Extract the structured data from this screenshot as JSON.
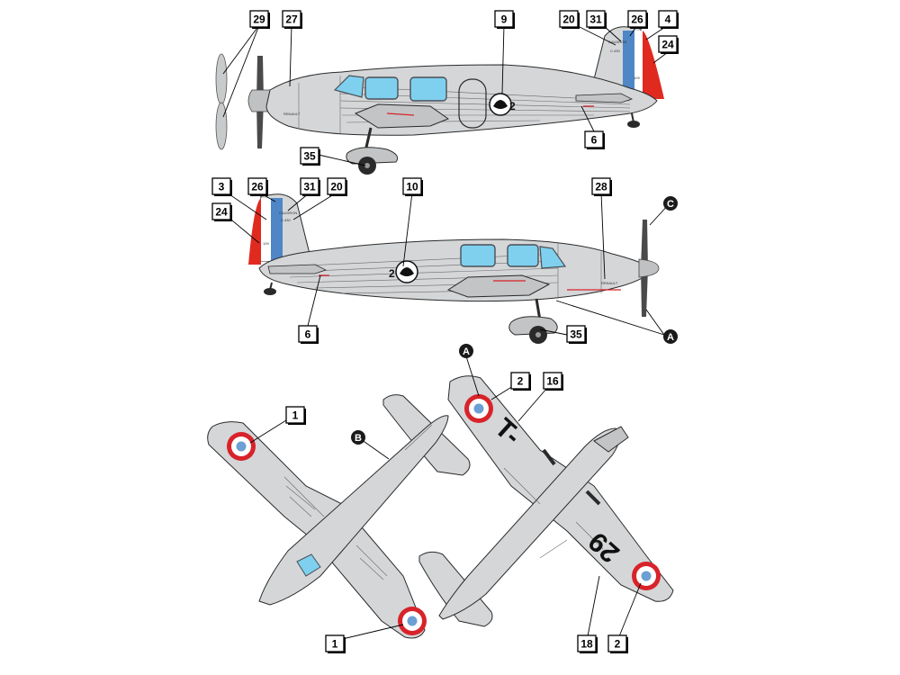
{
  "colors": {
    "fuselage": "#d4d6d8",
    "fuselage_shade": "#c2c4c6",
    "glazing": "#7fd0ef",
    "glazing_frame": "#4a4f55",
    "roundel_red": "#d8232a",
    "roundel_white": "#ffffff",
    "roundel_blue": "#6c9fd3",
    "rudder_blue": "#4f86c6",
    "rudder_red": "#e02a20",
    "marking_black": "#111111",
    "callout_circle": "#1a1a1a"
  },
  "callouts": {
    "top_view": [
      "29",
      "27",
      "9",
      "20",
      "31",
      "26",
      "4",
      "24",
      "6",
      "35"
    ],
    "middle_view": [
      "3",
      "26",
      "31",
      "20",
      "24",
      "10",
      "28",
      "6",
      "35"
    ],
    "bottom_view": [
      "1",
      "2",
      "16",
      "1",
      "18",
      "2"
    ]
  },
  "circle_callouts": {
    "a_top": "A",
    "a_side": "A",
    "b": "B",
    "c": "C"
  },
  "markings": {
    "fin_text_1": "CAUDRON",
    "fin_text_2": "C.430",
    "fin_code": "109",
    "underwing_code": "T-",
    "underwing_number": "29",
    "underwing_number_small": "2",
    "engine_text": "RENAULT"
  },
  "icons": {
    "roundel": "roundel-icon",
    "propeller": "propeller-icon"
  }
}
